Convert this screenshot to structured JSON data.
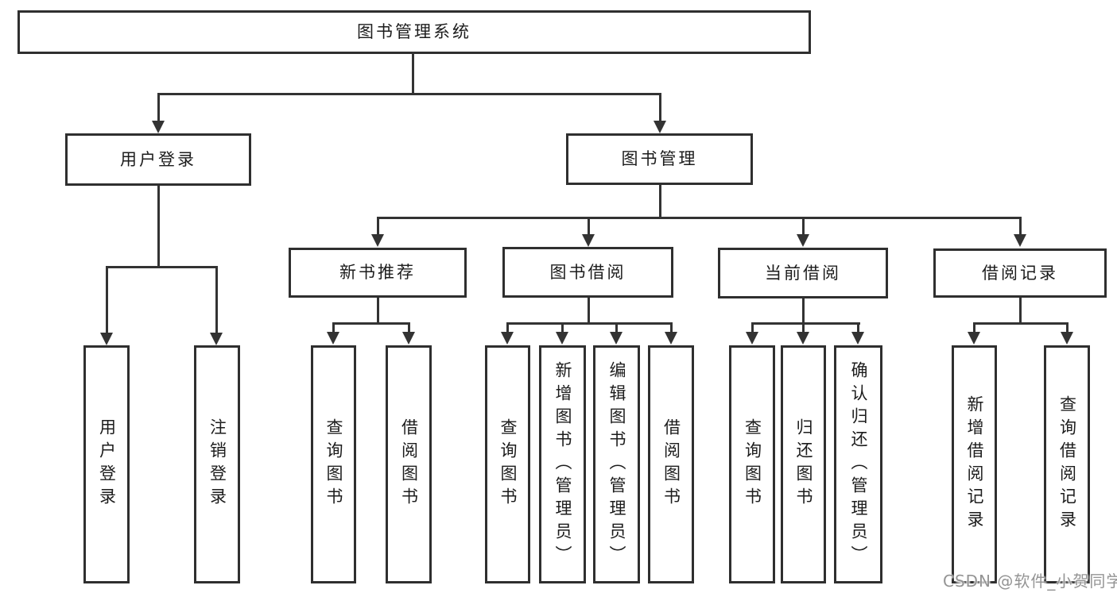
{
  "diagram": {
    "kind": "hierarchy-tree",
    "colors": {
      "background": "#ffffff",
      "box_border": "#2f2f2f",
      "connector": "#333333",
      "text": "#1c1c1c",
      "watermark_text": "#949494"
    }
  },
  "tree": {
    "label": "图书管理系统",
    "children": [
      {
        "label": "用户登录",
        "children": [
          {
            "label": "用户登录"
          },
          {
            "label": "注销登录"
          }
        ]
      },
      {
        "label": "图书管理",
        "children": [
          {
            "label": "新书推荐",
            "children": [
              {
                "label": "查询图书"
              },
              {
                "label": "借阅图书"
              }
            ]
          },
          {
            "label": "图书借阅",
            "children": [
              {
                "label": "查询图书"
              },
              {
                "label": "新增图书（管理员）"
              },
              {
                "label": "编辑图书（管理员）"
              },
              {
                "label": "借阅图书"
              }
            ]
          },
          {
            "label": "当前借阅",
            "children": [
              {
                "label": "查询图书"
              },
              {
                "label": "归还图书"
              },
              {
                "label": "确认归还（管理员）"
              }
            ]
          },
          {
            "label": "借阅记录",
            "children": [
              {
                "label": "新增借阅记录"
              },
              {
                "label": "查询借阅记录"
              }
            ]
          }
        ]
      }
    ]
  },
  "watermark": {
    "text": "CSDN @软件_小贺同学"
  }
}
